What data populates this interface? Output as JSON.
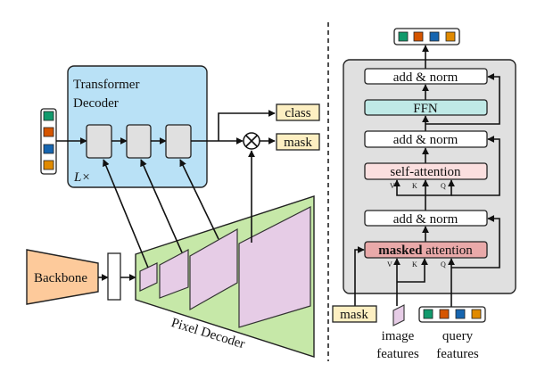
{
  "left": {
    "transformer_title_1": "Transformer",
    "transformer_title_2": "Decoder",
    "layers_label": "L×",
    "class_label": "class",
    "mask_label": "mask",
    "backbone_label": "Backbone",
    "pixel_decoder_label": "Pixel Decoder"
  },
  "right": {
    "add_norm_top": "add & norm",
    "ffn": "FFN",
    "add_norm_mid": "add & norm",
    "self_attention": "self-attention",
    "add_norm_bottom": "add & norm",
    "masked_attention_bold": "masked",
    "masked_attention_rest": " attention",
    "v": "V",
    "k": "K",
    "q": "Q",
    "mask_input": "mask",
    "image_features_1": "image",
    "image_features_2": "features",
    "query_features_1": "query",
    "query_features_2": "features"
  },
  "colors": {
    "query_tokens": [
      "#119a6c",
      "#d55500",
      "#1565b0",
      "#e08a00"
    ],
    "transformer_box": "#b9e1f6",
    "backbone": "#fdca9b",
    "pixel_decoder": "#c6e8a8",
    "feature_maps": "#e6cce6",
    "output_box": "#fdefc2",
    "ffn": "#bfe9e6",
    "self_attention": "#fbdfdf",
    "masked_attention": "#e9a9a9",
    "decoder_layer_bg": "#e0e0e0"
  }
}
